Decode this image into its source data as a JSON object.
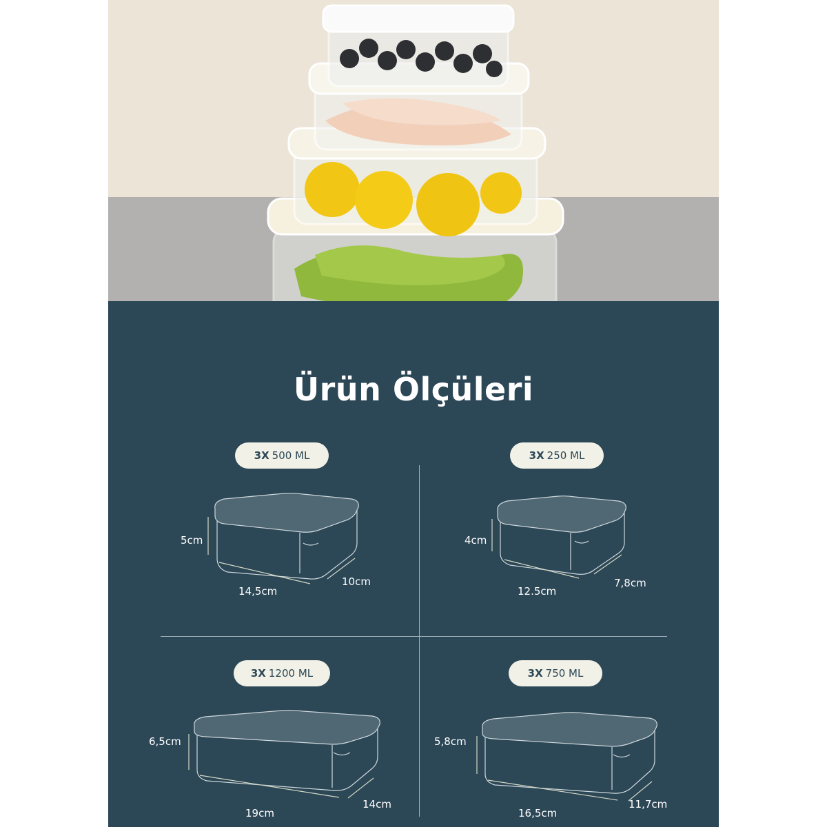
{
  "title": "Ürün Ölçüleri",
  "colors": {
    "panel": "#2c4756",
    "wall": "#ebe4d7",
    "floor": "#b3b1af",
    "pill": "#f2f1e7",
    "text": "#ffffff"
  },
  "containers": [
    {
      "qty": "3X",
      "volume": "500 ML",
      "height": "5cm",
      "length": "14,5cm",
      "width": "10cm"
    },
    {
      "qty": "3X",
      "volume": "250 ML",
      "height": "4cm",
      "length": "12.5cm",
      "width": "7,8cm"
    },
    {
      "qty": "3X",
      "volume": "1200 ML",
      "height": "6,5cm",
      "length": "19cm",
      "width": "14cm"
    },
    {
      "qty": "3X",
      "volume": "750 ML",
      "height": "5,8cm",
      "length": "16,5cm",
      "width": "11,7cm"
    }
  ]
}
